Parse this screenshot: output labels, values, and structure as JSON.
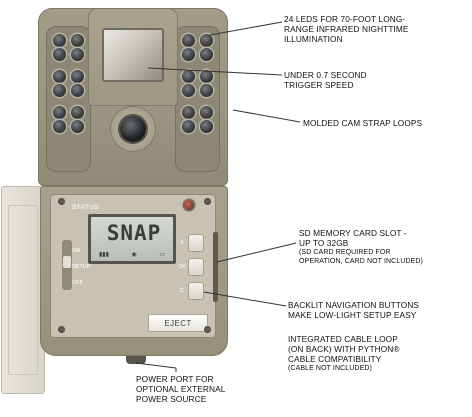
{
  "camera": {
    "status_label": "STATUS",
    "lcd_text": "SNAP",
    "lcd_icons": [
      "▮▮▮",
      "◉",
      "▭"
    ],
    "switch_labels": [
      "ON",
      "SETUP",
      "OFF"
    ],
    "nav_marks": [
      "A",
      "OK",
      "C"
    ],
    "eject_label": "EJECT"
  },
  "callouts": {
    "leds": [
      "24 LEDS FOR 70-FOOT LONG-",
      "RANGE INFRARED NIGHTTIME",
      "ILLUMINATION"
    ],
    "trigger": [
      "UNDER 0.7 SECOND",
      "TRIGGER SPEED"
    ],
    "strap": [
      "MOLDED CAM STRAP LOOPS"
    ],
    "sd": [
      "SD MEMORY CARD SLOT -",
      "UP TO 32GB"
    ],
    "sd_note": [
      "(SD CARD REQUIRED FOR",
      "OPERATION, CARD NOT INCLUDED)"
    ],
    "nav": [
      "BACKLIT NAVIGATION BUTTONS",
      "MAKE LOW-LIGHT SETUP EASY"
    ],
    "cable": [
      "INTEGRATED CABLE LOOP",
      "(ON BACK) WITH PYTHON®",
      "CABLE COMPATIBILITY"
    ],
    "cable_note": [
      "(CABLE NOT INCLUDED)"
    ],
    "power": [
      "POWER PORT FOR",
      "OPTIONAL EXTERNAL",
      "POWER SOURCE"
    ]
  },
  "colors": {
    "body": "#9d9782",
    "panel": "#c7c2b1",
    "text": "#111111",
    "leader": "#333333"
  }
}
